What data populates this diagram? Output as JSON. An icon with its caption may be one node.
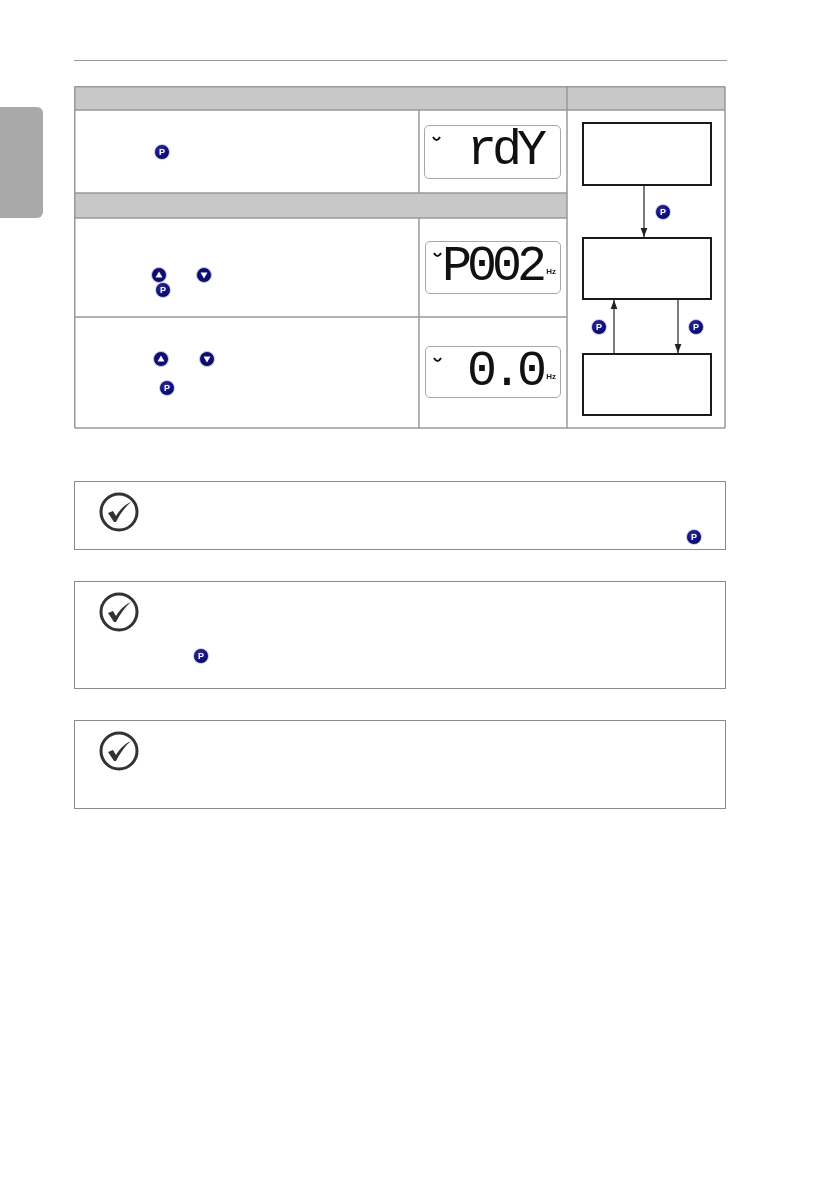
{
  "diagram": {
    "nodes": [
      {
        "text": [],
        "shape": "box"
      },
      {
        "text": [
          "rdY"
        ]
      },
      {
        "text": [
          "P002",
          "Hz"
        ]
      },
      {
        "text": [
          "0.0",
          "Hz"
        ]
      },
      {
        "text": [],
        "shape": "box"
      },
      {
        "text": [],
        "shape": "box"
      },
      {
        "text": [],
        "shape": "box"
      }
    ],
    "edges": [
      {
        "from": 4,
        "to": 5,
        "arrow": "to",
        "label": "P"
      },
      {
        "from": 6,
        "to": 5,
        "arrow": "to",
        "label": "P"
      },
      {
        "from": 5,
        "to": 6,
        "arrow": "to",
        "label": "P"
      }
    ],
    "labels": [
      "P",
      "P",
      "P",
      "P",
      "P"
    ]
  }
}
